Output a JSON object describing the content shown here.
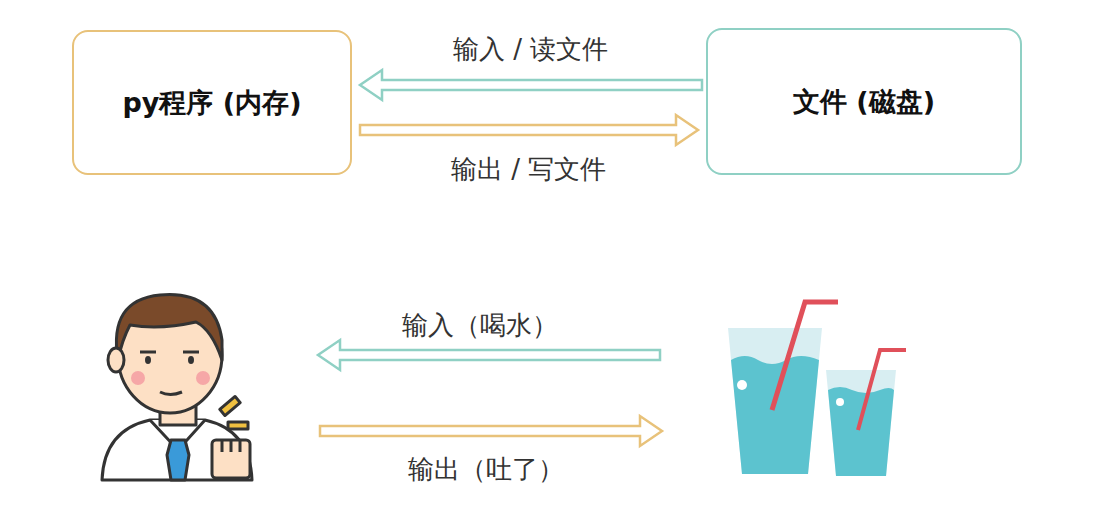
{
  "diagram": {
    "nodes": [
      {
        "text": [
          "py程序 (内存)"
        ]
      },
      {
        "text": [
          "文件 (磁盘)"
        ]
      }
    ],
    "edges": [
      {
        "from": 1,
        "to": 0,
        "label": "输入 / 读文件",
        "arrow": "to"
      },
      {
        "from": 0,
        "to": 1,
        "label": "输出 / 写文件",
        "arrow": "to"
      }
    ],
    "labels": [
      "输入（喝水）",
      "输出（吐了）"
    ]
  }
}
